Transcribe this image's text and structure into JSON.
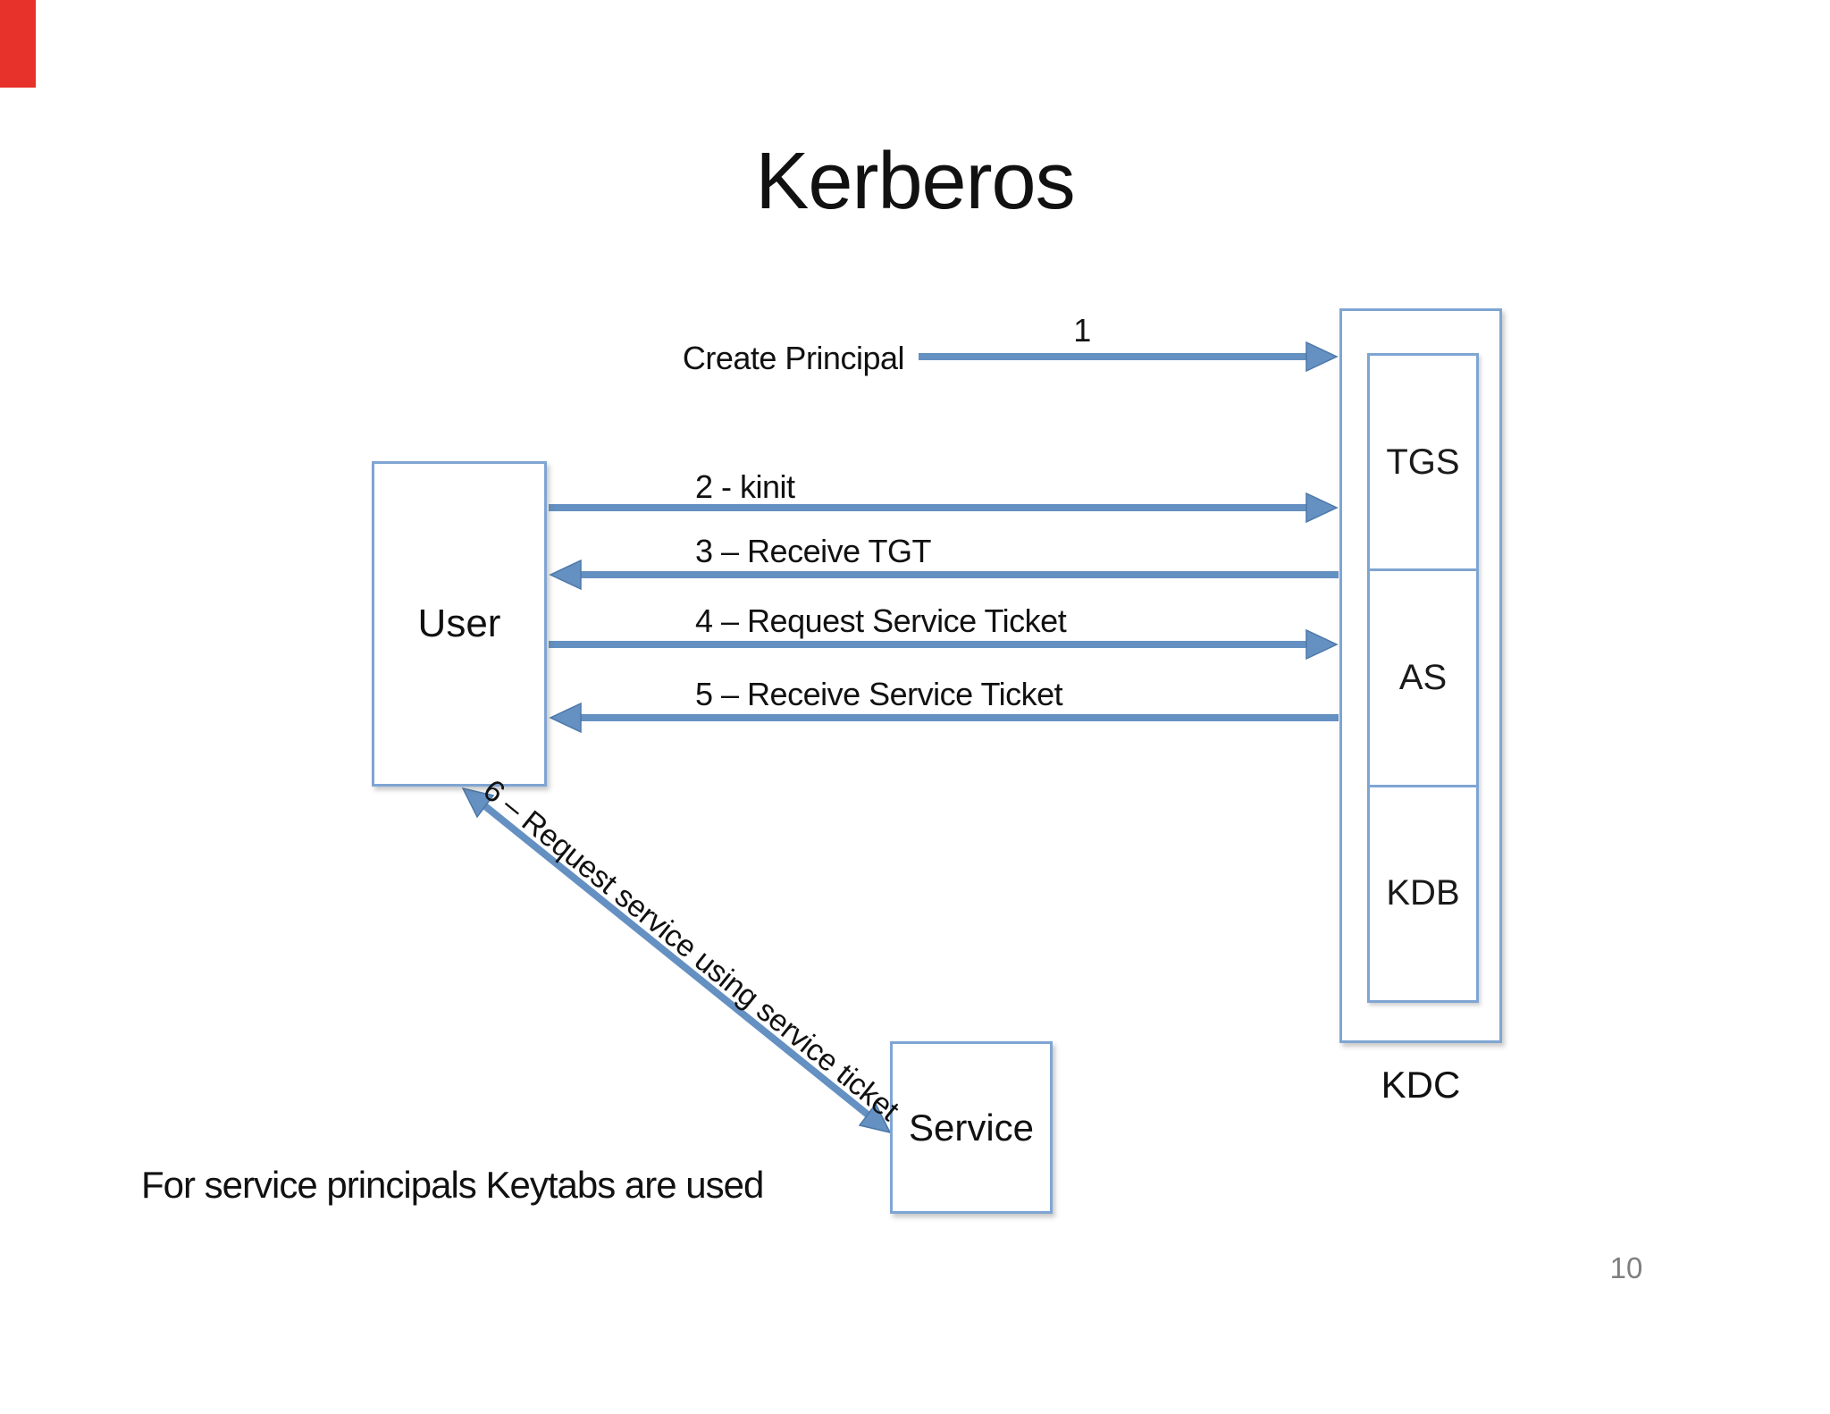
{
  "slide": {
    "title": "Kerberos",
    "footnote": "For service principals Keytabs are used",
    "page_number": "10"
  },
  "nodes": {
    "user": "User",
    "service": "Service",
    "kdc_label": "KDC",
    "cells": {
      "tgs": "TGS",
      "as": "AS",
      "kdb": "KDB"
    }
  },
  "flows": {
    "create_principal": {
      "number": "1",
      "label": "Create Principal"
    },
    "kinit": {
      "label": "2 - kinit"
    },
    "receive_tgt": {
      "label": "3 – Receive TGT"
    },
    "request_service_ticket": {
      "label": "4 – Request Service Ticket"
    },
    "receive_service_ticket": {
      "label": "5 – Receive Service Ticket"
    },
    "request_service": {
      "label": "6 – Request service using service ticket"
    }
  },
  "colors": {
    "arrow_blue": "#6590c2",
    "arrow_edge": "#4c78a8",
    "box_border": "#7fa5d3",
    "red_marker": "#e7312b",
    "page_gray": "#7f7f7f"
  }
}
